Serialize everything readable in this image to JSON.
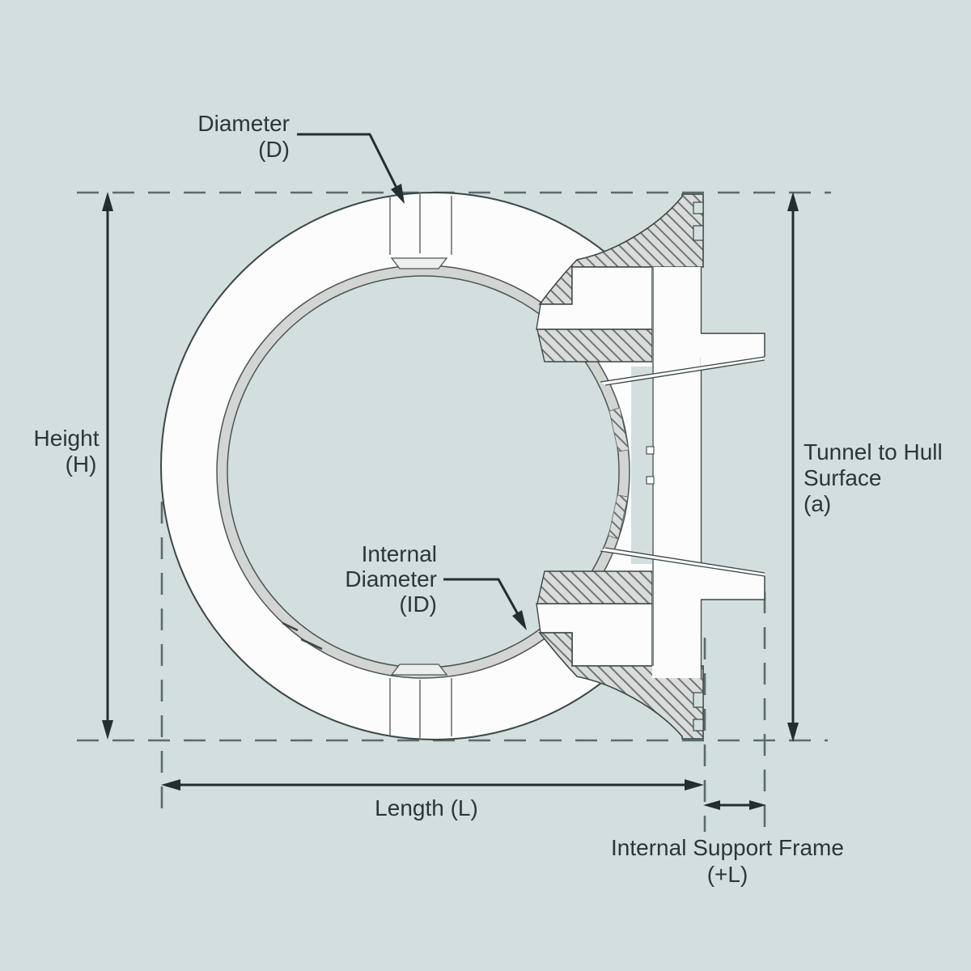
{
  "diagram": {
    "type": "technical-dimension-diagram",
    "subject": "tunnel thruster tube with internal support frame",
    "labels": {
      "diameter": {
        "line1": "Diameter",
        "line2": "(D)"
      },
      "height": {
        "line1": "Height",
        "line2": "(H)"
      },
      "internal_diameter": {
        "line1": "Internal",
        "line2": "Diameter",
        "line3": "(ID)"
      },
      "tunnel_to_hull": {
        "line1": "Tunnel to Hull",
        "line2": "Surface",
        "line3": "(a)"
      },
      "length": {
        "line1": "Length (L)"
      },
      "internal_support_frame": {
        "line1": "Internal Support Frame",
        "line2": "(+L)"
      }
    },
    "colors": {
      "background": "#d3dfdf",
      "line": "#3c4747",
      "dimension_line": "#232e2e",
      "dashed_line": "#5c6b6b",
      "text": "#2b3737",
      "white_fill": "#fbfcfb",
      "rim_fill": "#d2d5d2",
      "hatch_fill": "#d9dcda",
      "hatch_stroke": "#6e7575"
    }
  }
}
